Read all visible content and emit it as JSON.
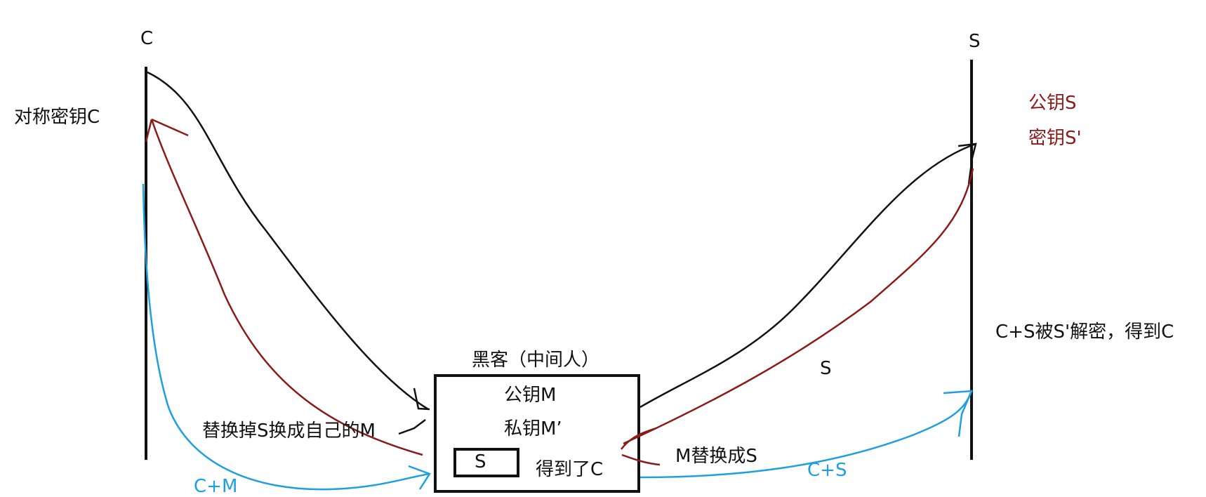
{
  "labels": {
    "c_top": "C",
    "s_top": "S",
    "sym_key": "对称密钥C",
    "server_pub": "公钥S",
    "server_priv": "密钥S'",
    "decrypt": "C+S被S'解密，得到C",
    "hacker_title": "黑客（中间人）",
    "hacker_pub": "公钥M",
    "hacker_priv": "私钥M’",
    "inner_s": "S",
    "got_c": "得到了C",
    "replace_left": "替换掉S换成自己的M",
    "replace_right": "M替换成S",
    "s_mid": "S",
    "c_plus_m": "C+M",
    "c_plus_s": "C+S"
  },
  "colors": {
    "black": "#111111",
    "dark_red": "#8b1a1a",
    "blue": "#1ea0e0"
  }
}
